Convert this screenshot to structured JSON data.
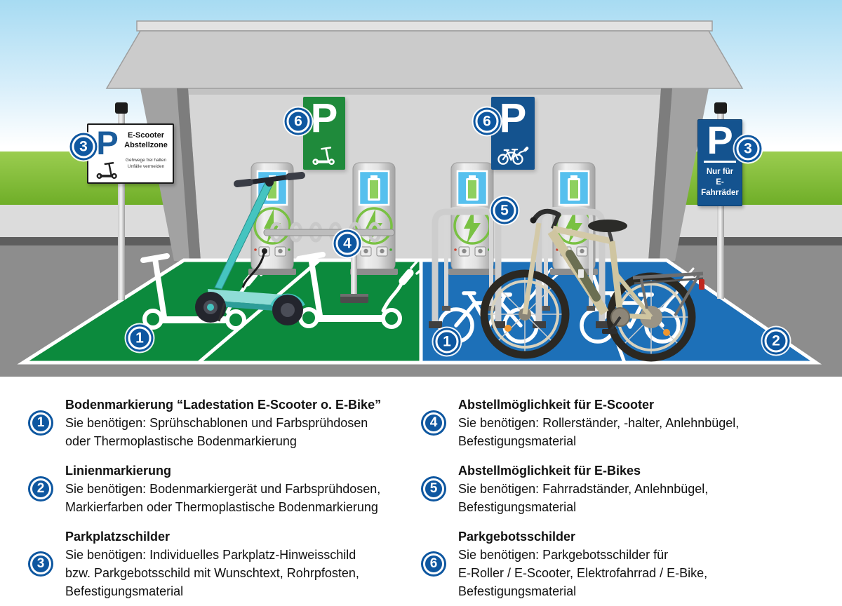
{
  "scene": {
    "sign_left": {
      "p": "P",
      "title1": "E-Scooter",
      "title2": "Abstellzone",
      "sub1": "Gehwege frei halten",
      "sub2": "Unfälle vermeiden"
    },
    "sign_right": {
      "p": "P",
      "line1": "Nur für",
      "line2": "E-Fahrräder"
    },
    "wall_sign_green": {
      "p": "P"
    },
    "wall_sign_blue": {
      "p": "P"
    },
    "badges": {
      "sign_left": "3",
      "wall_green": "6",
      "wall_blue": "6",
      "sign_right": "3",
      "rack_scooter": "4",
      "rack_bike": "5",
      "floor_scooter": "1",
      "floor_bike": "1",
      "line_marking": "2"
    },
    "palette": {
      "badge_blue": "#0e57a0",
      "floor_green": "#0c8a3d",
      "floor_blue": "#1d70b8",
      "sign_green": "#1f8a3b",
      "sign_blue": "#14538f",
      "grass_green": "#84bf3a",
      "sky_blue": "#a7dbf2",
      "asphalt_gray": "#8d8d8d",
      "charge_green": "#79c143",
      "screen_blue": "#56c0ee",
      "scooter_teal": "#45c4c0",
      "bike_beige": "#cfc5a0"
    }
  },
  "legend": {
    "items": [
      {
        "number": "1",
        "title": "Bodenmarkierung “Ladestation E-Scooter o. E-Bike”",
        "lines": [
          "Sie benötigen: Sprühschablonen und Farbsprühdosen",
          "oder Thermoplastische Bodenmarkierung"
        ]
      },
      {
        "number": "2",
        "title": "Linienmarkierung",
        "lines": [
          "Sie benötigen: Bodenmarkiergerät und Farbsprühdosen,",
          "Markierfarben oder Thermoplastische Bodenmarkierung"
        ]
      },
      {
        "number": "3",
        "title": "Parkplatzschilder",
        "lines": [
          "Sie benötigen: Individuelles Parkplatz-Hinweisschild",
          "bzw. Parkgebotsschild mit Wunschtext, Rohrpfosten,",
          "Befestigungsmaterial"
        ]
      },
      {
        "number": "4",
        "title": "Abstellmöglichkeit für E-Scooter",
        "lines": [
          "Sie benötigen: Rollerständer, -halter, Anlehnbügel,",
          "Befestigungsmaterial"
        ]
      },
      {
        "number": "5",
        "title": "Abstellmöglichkeit für E-Bikes",
        "lines": [
          "Sie benötigen: Fahrradständer, Anlehnbügel,",
          "Befestigungsmaterial"
        ]
      },
      {
        "number": "6",
        "title": "Parkgebotsschilder",
        "lines": [
          "Sie benötigen: Parkgebotsschilder für",
          "E-Roller / E-Scooter, Elektrofahrrad / E-Bike,",
          "Befestigungsmaterial"
        ]
      }
    ]
  }
}
